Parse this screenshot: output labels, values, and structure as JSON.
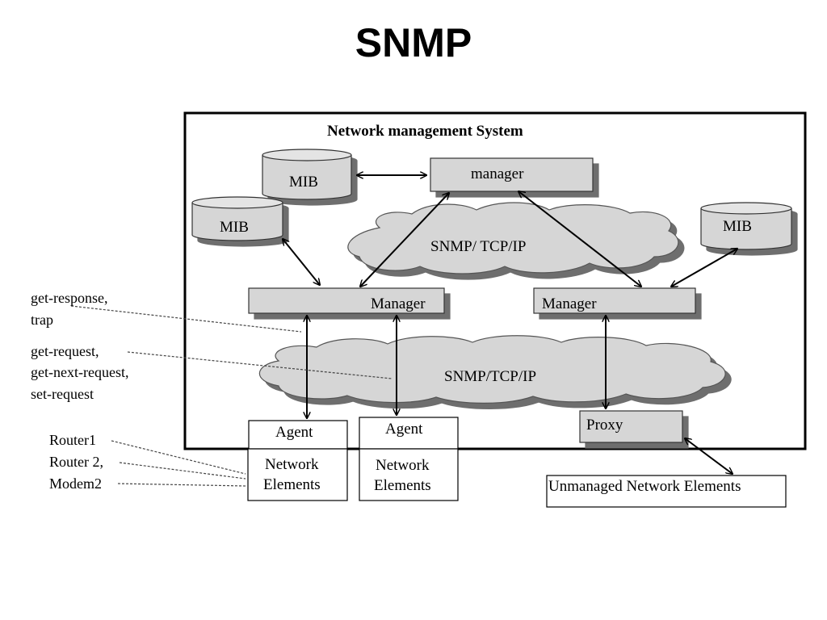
{
  "title": "SNMP",
  "system_label": "Network management System",
  "mib_labels": [
    "MIB",
    "MIB",
    "MIB"
  ],
  "top_manager": "manager",
  "left_manager": "Manager",
  "right_manager": "Manager",
  "cloud_top": "SNMP/ TCP/IP",
  "cloud_bottom": "SNMP/TCP/IP",
  "agent_1": {
    "agent": "Agent",
    "line1": "Network",
    "line2": "Elements"
  },
  "agent_2": {
    "agent": "Agent",
    "line1": "Network",
    "line2": "Elements"
  },
  "proxy": "Proxy",
  "unmanaged": "Unmanaged Network Elements",
  "side_notes": {
    "response": [
      "get-response,",
      "trap"
    ],
    "request": [
      "get-request,",
      "get-next-request,",
      "set-request"
    ],
    "devices": [
      "Router1",
      "Router 2,",
      "Modem2"
    ]
  },
  "colors": {
    "box_fill": "#d6d6d6",
    "shadow": "#6e6e6e",
    "line": "#000000"
  }
}
